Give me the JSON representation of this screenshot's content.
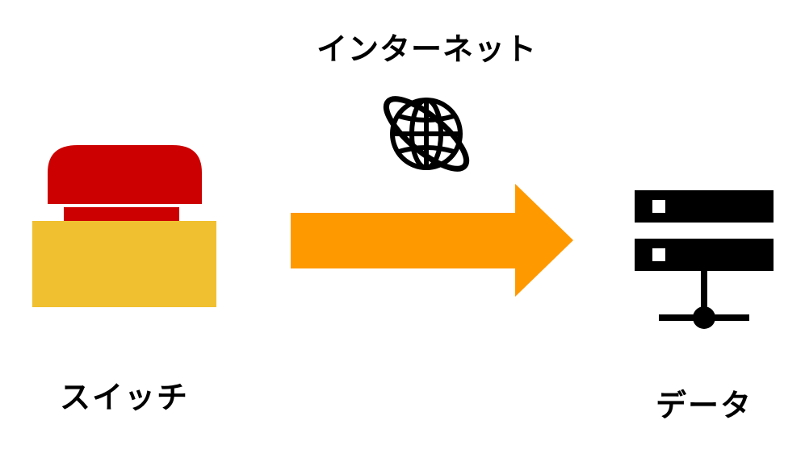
{
  "labels": {
    "internet": "インターネット",
    "switch": "スイッチ",
    "data": "データ"
  },
  "colors": {
    "button_cap": "#cc0000",
    "button_base": "#f0c030",
    "arrow": "#ff9900",
    "icon": "#000000"
  },
  "icons": {
    "button": "push-button-icon",
    "globe": "globe-icon",
    "arrow": "right-arrow",
    "server": "server-icon"
  }
}
